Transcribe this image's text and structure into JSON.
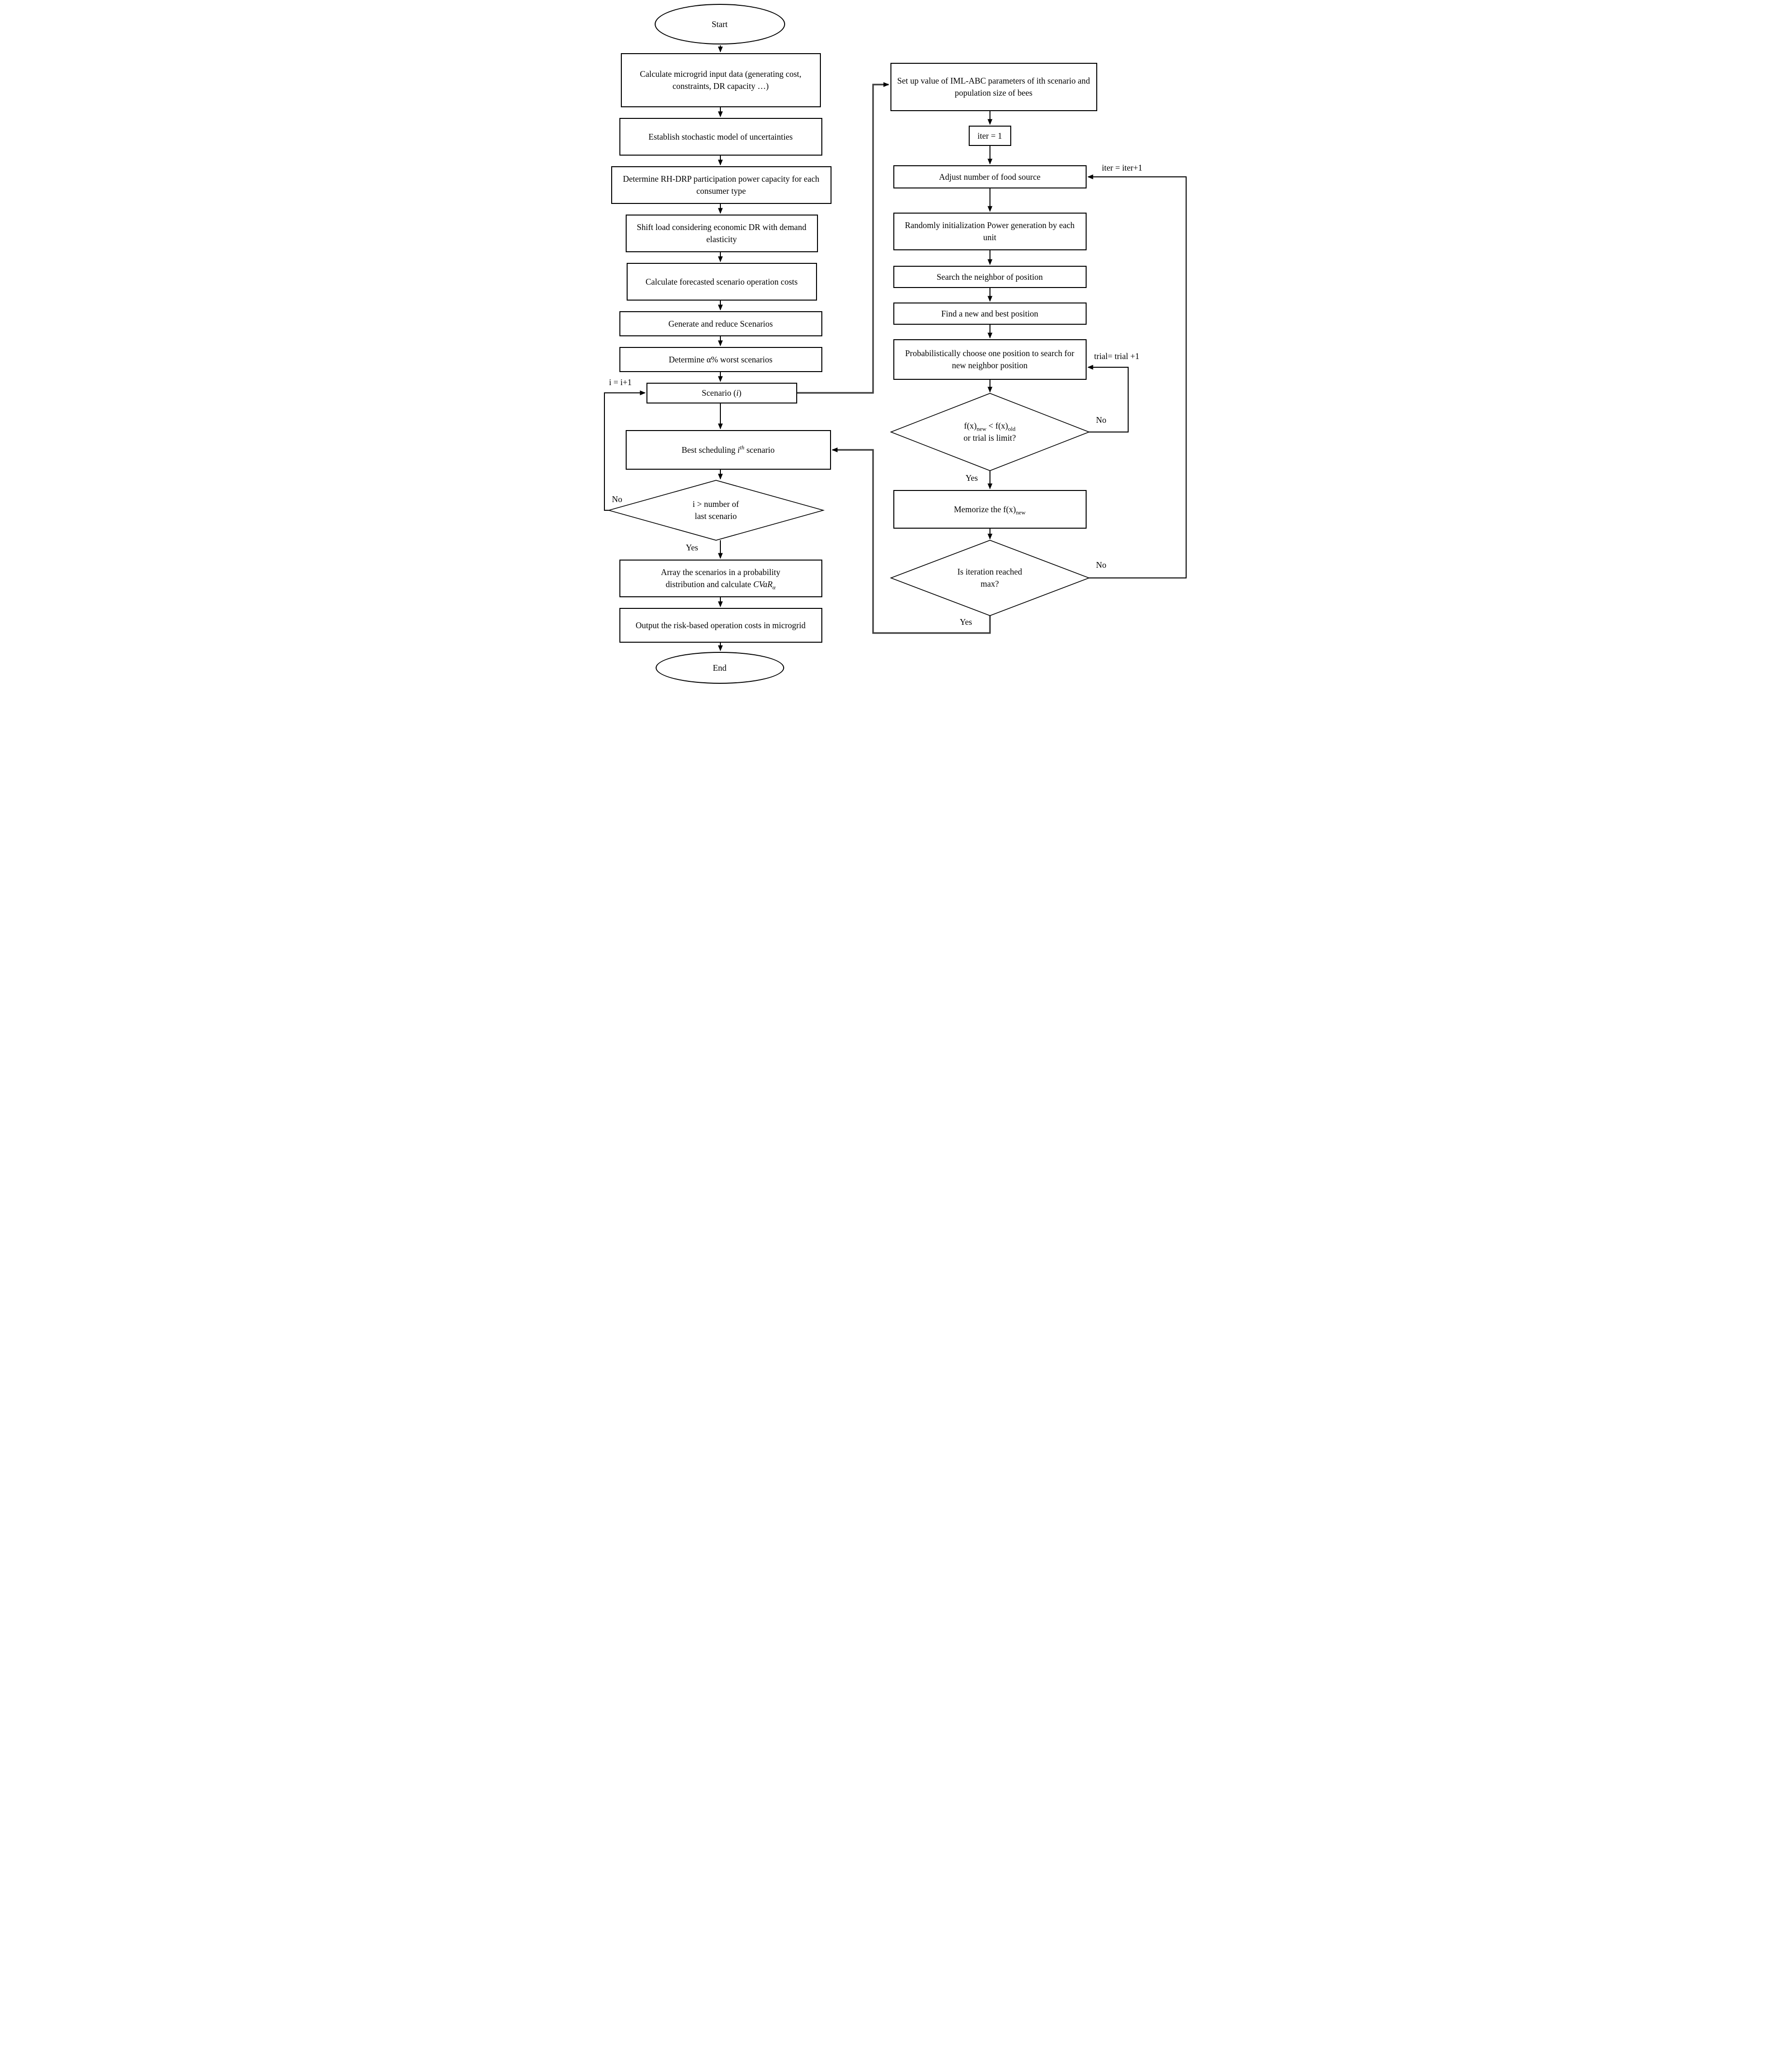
{
  "figure": {
    "background": "#ffffff",
    "stroke_color": "#000000",
    "type": "flowchart"
  },
  "left": {
    "start_label": "Start",
    "calc_input": "Calculate microgrid input data (generating cost, constraints, DR capacity …)",
    "establish_model": "Establish stochastic model of uncertainties",
    "determine_rhdrp": "Determine RH-DRP participation power capacity for each consumer type",
    "shift_load": "Shift load considering economic DR with demand elasticity",
    "calc_forecast": "Calculate forecasted scenario operation costs",
    "generate_reduce": "Generate and reduce Scenarios",
    "determine_worst": "Determine α% worst scenarios",
    "scenario_pre": "Scenario (",
    "scenario_var": "i",
    "scenario_post": ")",
    "best_pre": "Best scheduling ",
    "best_var": "i",
    "best_sup": "th",
    "best_post": " scenario",
    "decision_last_line1": "i > number of",
    "decision_last_line2": "last scenario",
    "array_line1": "Array the scenarios in a probability",
    "array_line2_pre": "distribution and calculate ",
    "array_cvar": "CVaR",
    "array_cvar_sub": "α",
    "output_costs": "Output the risk-based operation costs in microgrid",
    "end_label": "End"
  },
  "right": {
    "setup_params": "Set up value of IML-ABC parameters of ith scenario and population size of bees",
    "iter_init": "iter = 1",
    "adjust_food": "Adjust number of food source",
    "random_init": "Randomly initialization Power generation by each unit",
    "search_neighbor": "Search the neighbor of position",
    "find_position": "Find a new and best position",
    "prob_choose": "Probabilistically choose one position to search for new neighbor position",
    "decision_fx": {
      "f1": "f(x)",
      "sub1": "new",
      "cmp": " < ",
      "f2": "f(x)",
      "sub2": "old",
      "line2": "or trial is limit?"
    },
    "memorize_pre": "Memorize the f(x)",
    "memorize_sub": "new",
    "decision_iter_line1": "Is iteration reached",
    "decision_iter_line2": "max?"
  },
  "labels": {
    "no_last": "No",
    "yes_last": "Yes",
    "no_fx": "No",
    "yes_fx": "Yes",
    "no_iter": "No",
    "yes_iter": "Yes",
    "i_increment": "i = i+1",
    "iter_increment": "iter = iter+1",
    "trial_increment": "trial= trial +1"
  }
}
